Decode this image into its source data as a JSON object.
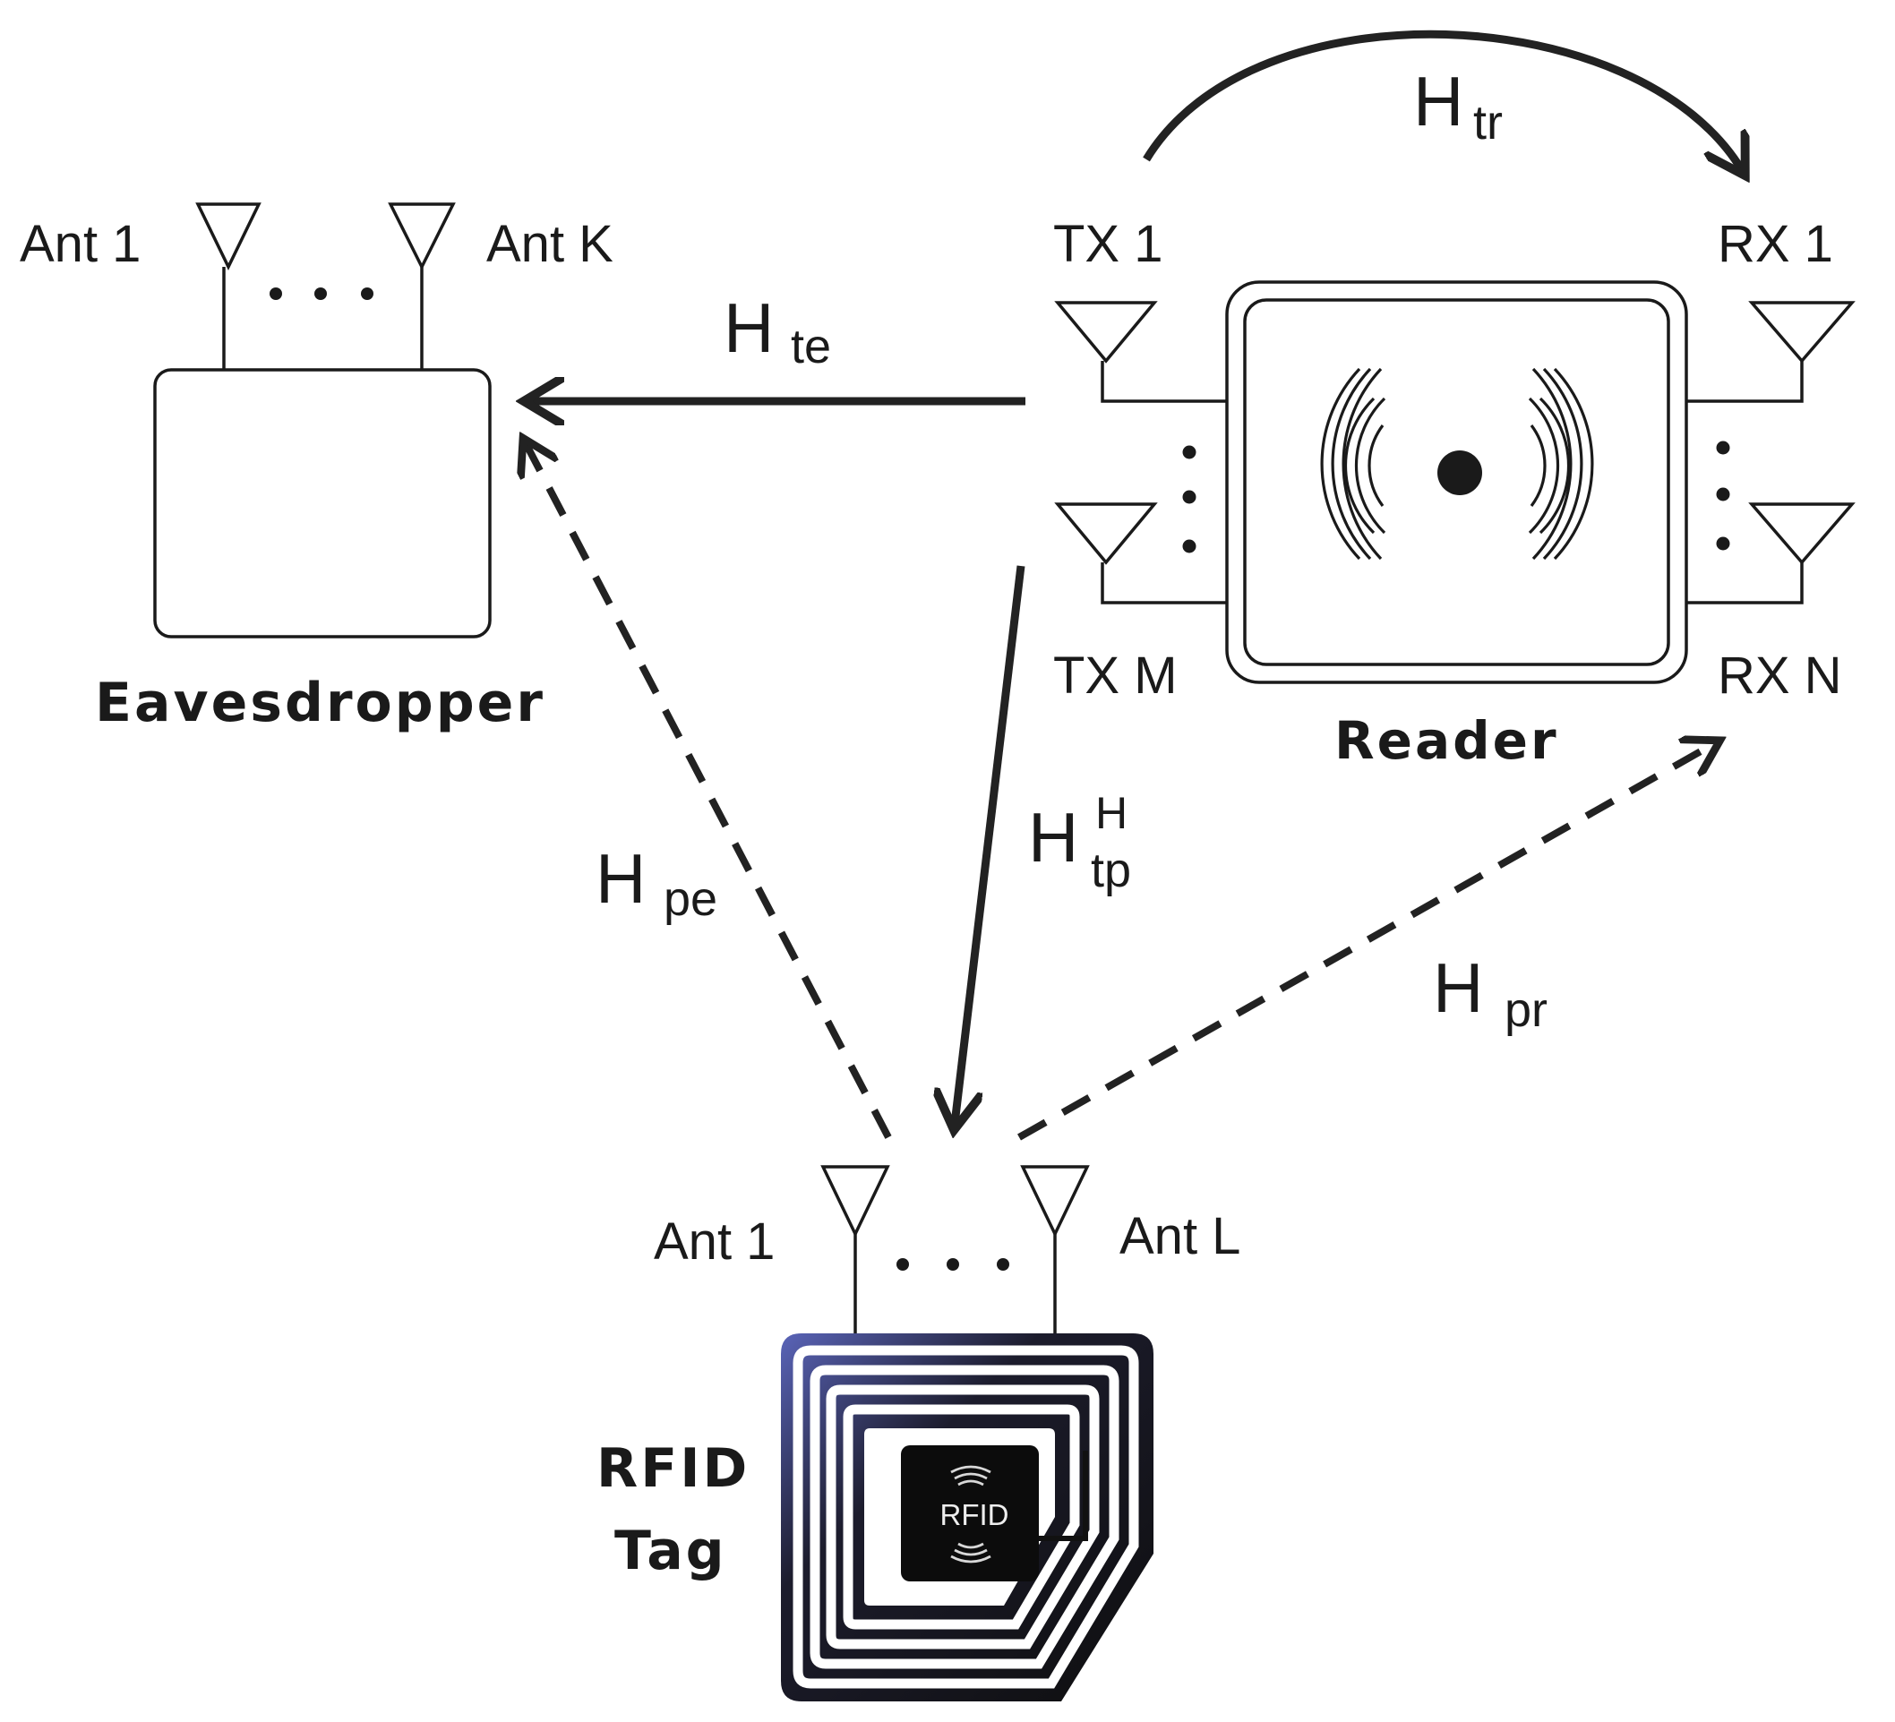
{
  "eavesdropper": {
    "title": "Eavesdropper",
    "ant_first": "Ant 1",
    "ant_last": "Ant K"
  },
  "reader": {
    "title": "Reader",
    "tx_first": "TX 1",
    "tx_last": "TX M",
    "rx_first": "RX 1",
    "rx_last": "RX N"
  },
  "tag": {
    "title_line1": "RFID",
    "title_line2": "Tag",
    "chip_label": "RFID",
    "ant_first": "Ant 1",
    "ant_last": "Ant L"
  },
  "channels": {
    "tr": {
      "base": "H",
      "sub": "tr"
    },
    "te": {
      "base": "H",
      "sub": "te"
    },
    "tp": {
      "base": "H",
      "sub": "tp",
      "sup": "H"
    },
    "pe": {
      "base": "H",
      "sub": "pe"
    },
    "pr": {
      "base": "H",
      "sub": "pr"
    }
  },
  "colors": {
    "ink": "#1a1a1a",
    "tag_coil_start": "#5a64b8",
    "chip_fill": "#0c0c0c"
  }
}
